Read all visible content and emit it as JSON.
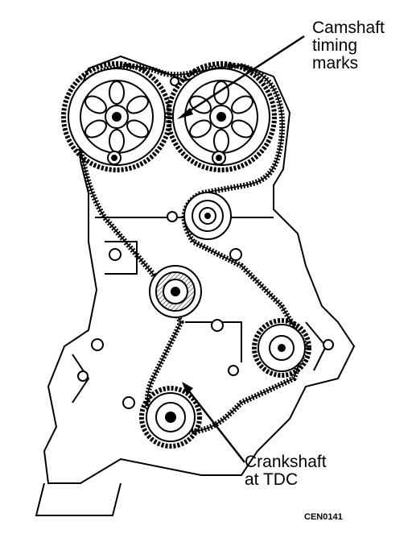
{
  "diagram": {
    "labels": {
      "camshaft": "Camshaft\ntiming\nmarks",
      "crankshaft": "Crankshaft\nat TDC",
      "figure_code": "CEN0141"
    },
    "colors": {
      "ink": "#000000",
      "paper": "#ffffff"
    },
    "icons": [
      "camshaft-sprocket-icon",
      "crankshaft-sprocket-icon",
      "tensioner-pulley-icon",
      "idler-pulley-icon",
      "water-pump-sprocket-icon",
      "timing-belt-icon"
    ]
  }
}
